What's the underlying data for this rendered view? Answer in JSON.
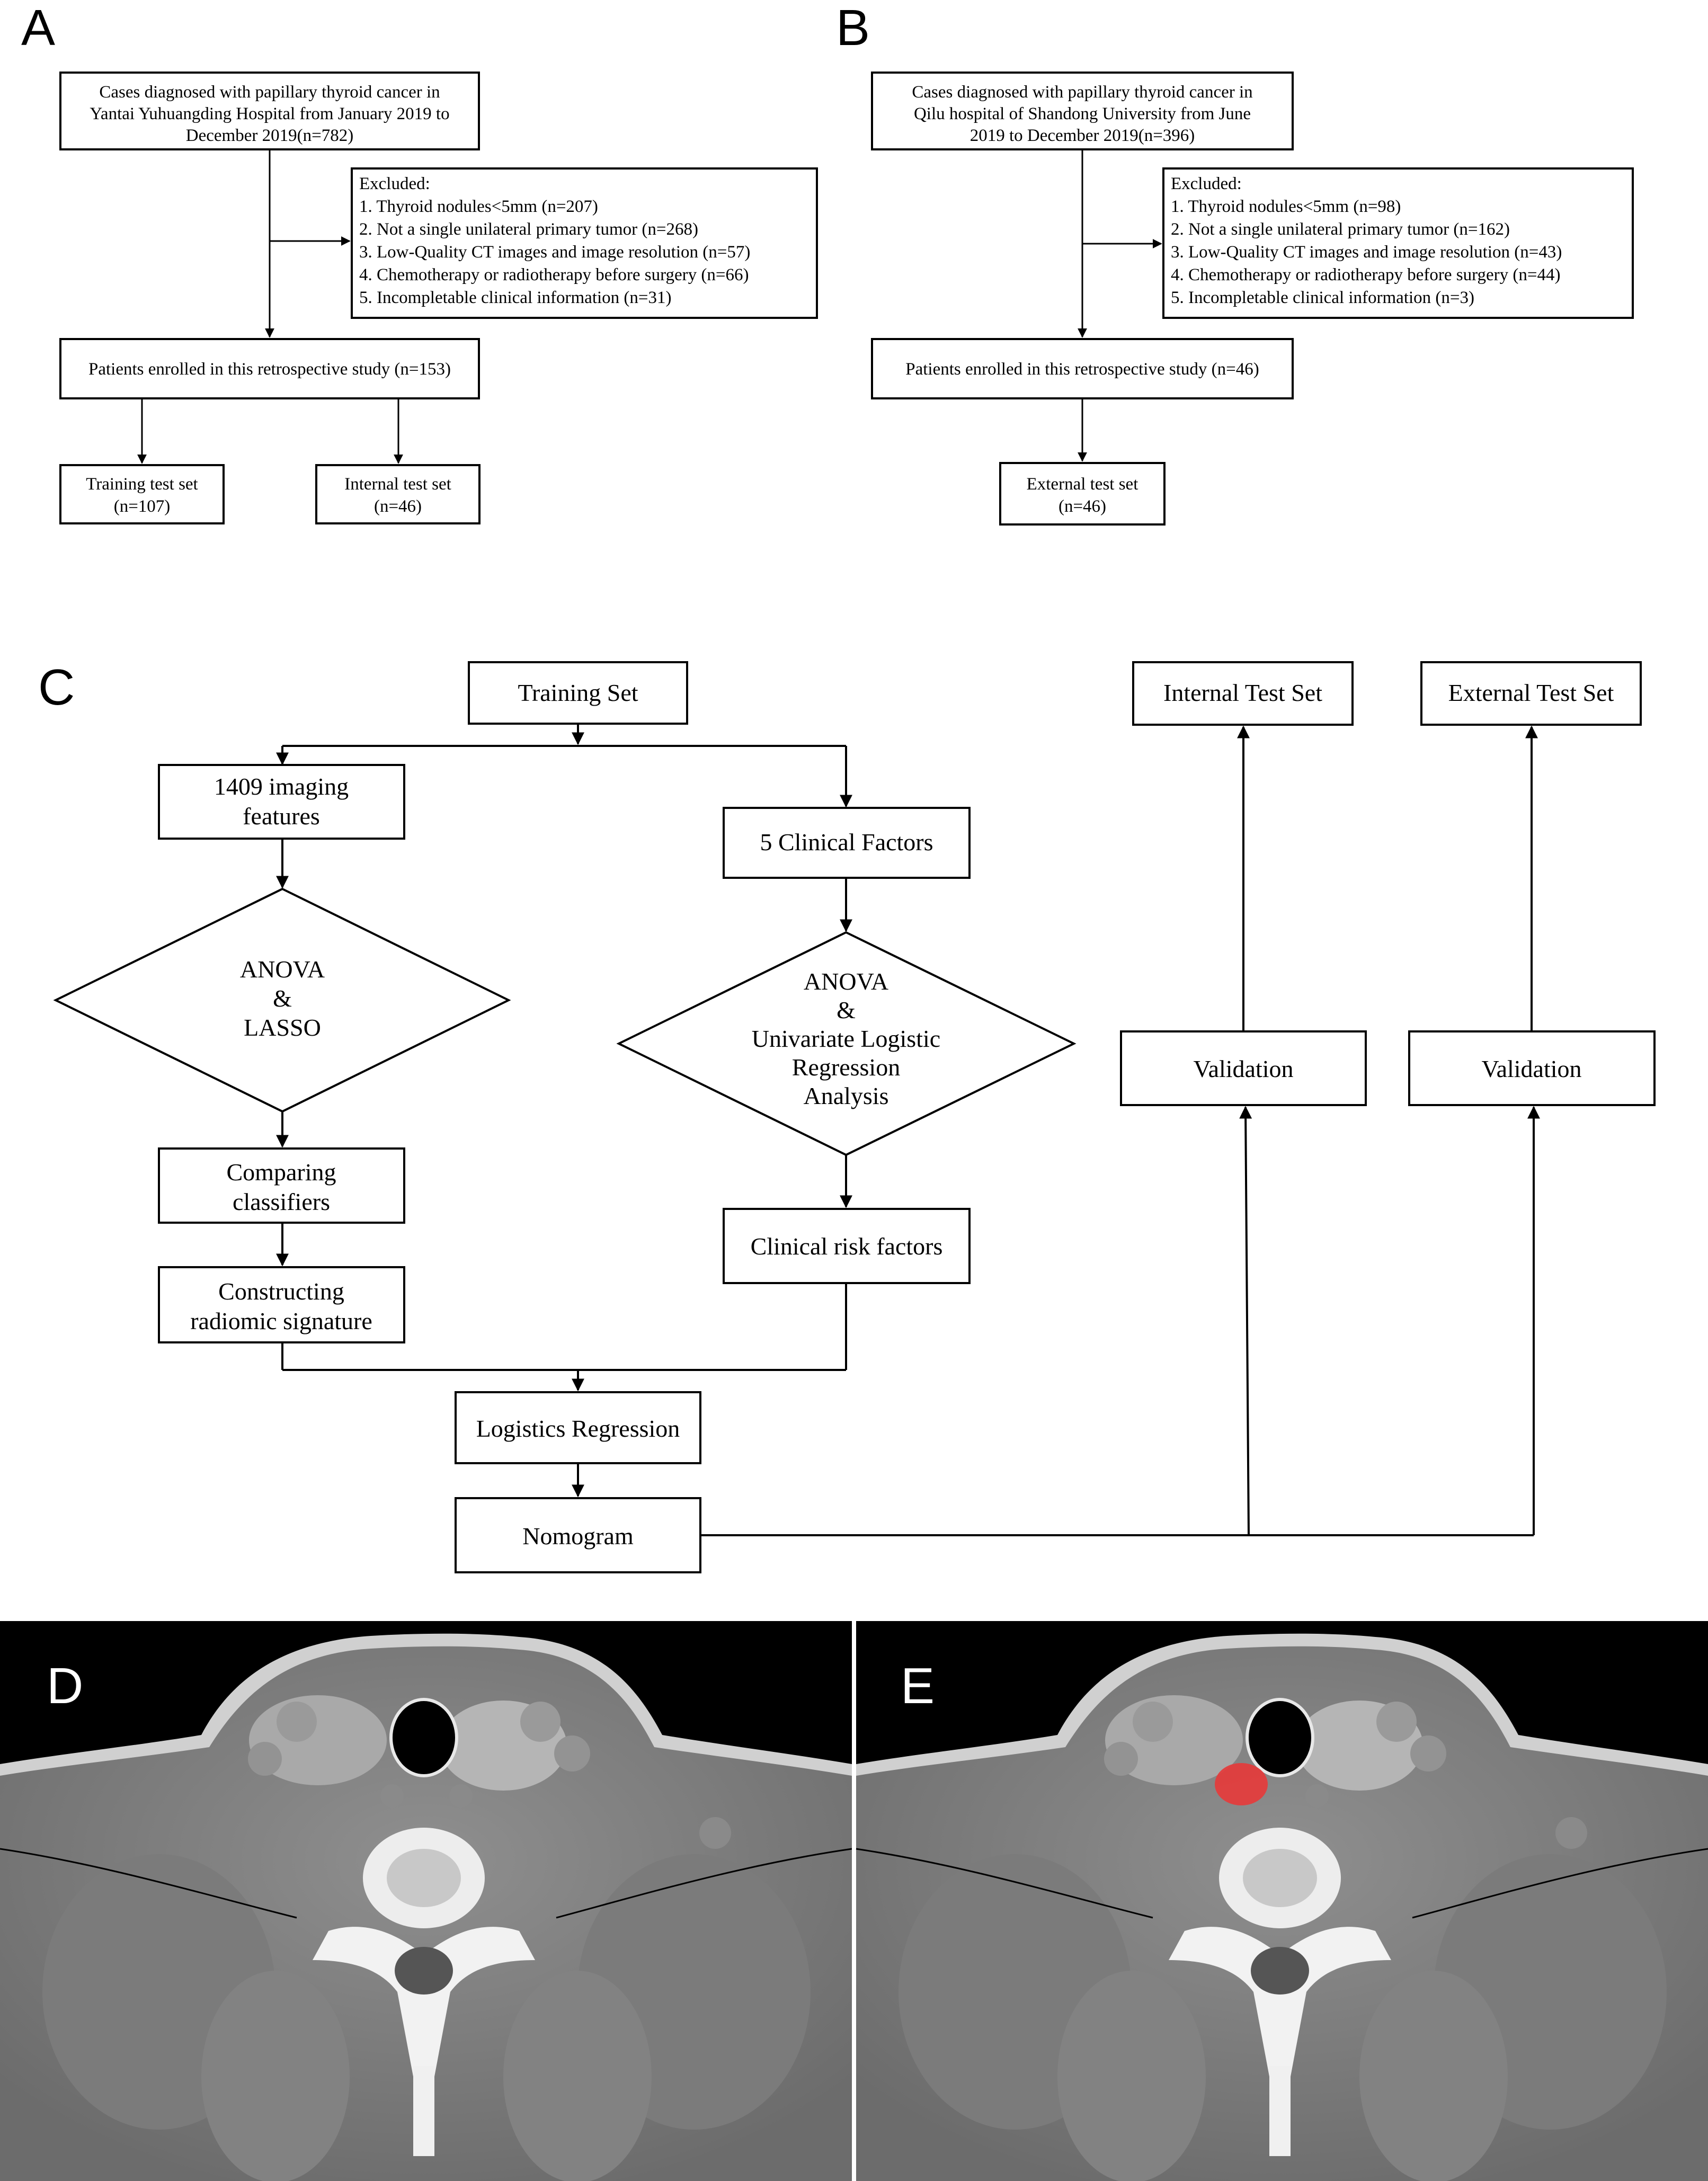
{
  "panels": {
    "A": {
      "label": "A",
      "source": [
        "Cases diagnosed with papillary thyroid cancer in",
        "Yantai Yuhuangding Hospital from January 2019 to",
        "December 2019(n=782)"
      ],
      "excluded_title": "Excluded:",
      "excluded": [
        "1.   Thyroid nodules<5mm (n=207)",
        "2.   Not a single unilateral primary tumor (n=268)",
        "3.   Low-Quality CT images and image resolution (n=57)",
        "4.   Chemotherapy or radiotherapy before surgery (n=66)",
        "5.   Incompletable clinical information (n=31)"
      ],
      "enrolled": "Patients enrolled in this retrospective study (n=153)",
      "training": [
        "Training test set",
        "(n=107)"
      ],
      "internal": [
        "Internal test set",
        "(n=46)"
      ]
    },
    "B": {
      "label": "B",
      "source": [
        "Cases diagnosed with papillary thyroid cancer in",
        "Qilu hospital of Shandong University from June",
        "2019 to December 2019(n=396)"
      ],
      "excluded_title": "Excluded:",
      "excluded": [
        "1.   Thyroid nodules<5mm (n=98)",
        "2.   Not a single unilateral primary tumor (n=162)",
        "3.   Low-Quality CT images and image resolution (n=43)",
        "4.   Chemotherapy or radiotherapy before surgery (n=44)",
        "5.   Incompletable clinical information (n=3)"
      ],
      "enrolled": "Patients enrolled in this retrospective study (n=46)",
      "external": [
        "External test set",
        "(n=46)"
      ]
    },
    "C": {
      "label": "C",
      "training_set": "Training Set",
      "imaging": [
        "1409 imaging",
        "features"
      ],
      "anova_lasso": [
        "ANOVA",
        "&",
        "LASSO"
      ],
      "comparing": [
        "Comparing",
        "classifiers"
      ],
      "constructing": [
        "Constructing",
        "radiomic signature"
      ],
      "clinical_factors": "5 Clinical Factors",
      "anova_logistic": [
        "ANOVA",
        "&",
        "Univariate Logistic",
        "Regression",
        "Analysis"
      ],
      "clinical_risk": "Clinical risk factors",
      "logistics": "Logistics Regression",
      "nomogram": "Nomogram",
      "internal_test": "Internal Test Set",
      "external_test": "External Test Set",
      "validation_internal": "Validation",
      "validation_external": "Validation"
    },
    "D": {
      "label": "D"
    },
    "E": {
      "label": "E"
    }
  },
  "colors": {
    "segmentation": "#e53b3b",
    "ct_background": "#000000"
  }
}
